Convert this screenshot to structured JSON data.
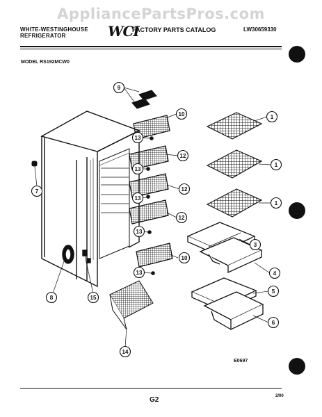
{
  "watermark": "AppliancePartsPros.com",
  "header": {
    "brand_line1": "WHITE-WESTINGHOUSE",
    "brand_line2": "REFRIGERATOR",
    "logo": "WCI",
    "catalog": "FACTORY PARTS CATALOG",
    "code": "LW30659330"
  },
  "model": "MODEL RS192MCW0",
  "callouts": {
    "c9": "9",
    "c10a": "10",
    "c13a": "13",
    "c12a": "12",
    "c13b": "13",
    "c12b": "12",
    "c13c": "13",
    "c12c": "12",
    "c13d": "13",
    "c10b": "10",
    "c13e": "13",
    "c1a": "1",
    "c1b": "1",
    "c1c": "1",
    "c3": "3",
    "c4": "4",
    "c5": "5",
    "c6": "6",
    "c7": "7",
    "c8": "8",
    "c15": "15",
    "c14": "14"
  },
  "diagram_ref": "E0697",
  "footer": {
    "page": "G2",
    "date": "2/00"
  }
}
